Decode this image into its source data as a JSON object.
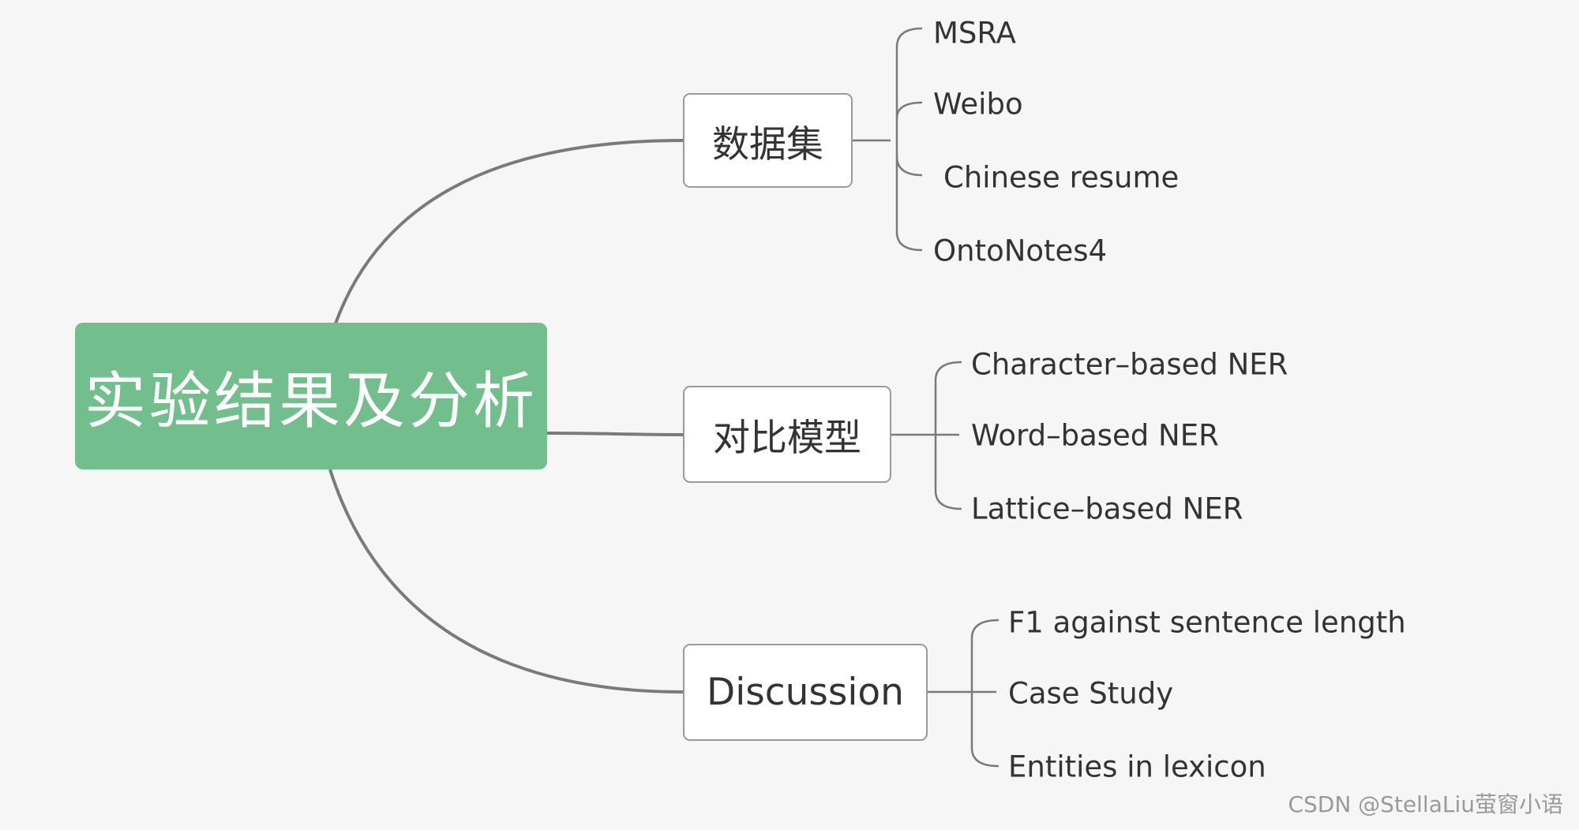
{
  "mindmap": {
    "root": {
      "label": "实验结果及分析"
    },
    "branches": [
      {
        "label": "数据集",
        "children": [
          "MSRA",
          "Weibo",
          "Chinese resume",
          "OntoNotes4"
        ]
      },
      {
        "label": "对比模型",
        "children": [
          "Character–based NER",
          "Word–based NER",
          "Lattice–based NER"
        ]
      },
      {
        "label": "Discussion",
        "children": [
          "F1 against sentence length",
          "Case Study",
          "Entities in lexicon"
        ]
      }
    ]
  },
  "watermark": "CSDN @StellaLiu萤窗小语",
  "colors": {
    "root_fill": "#72bf8d",
    "connector": "#7a7a7a",
    "branch_border": "#9a9a9a",
    "text": "#333333"
  }
}
